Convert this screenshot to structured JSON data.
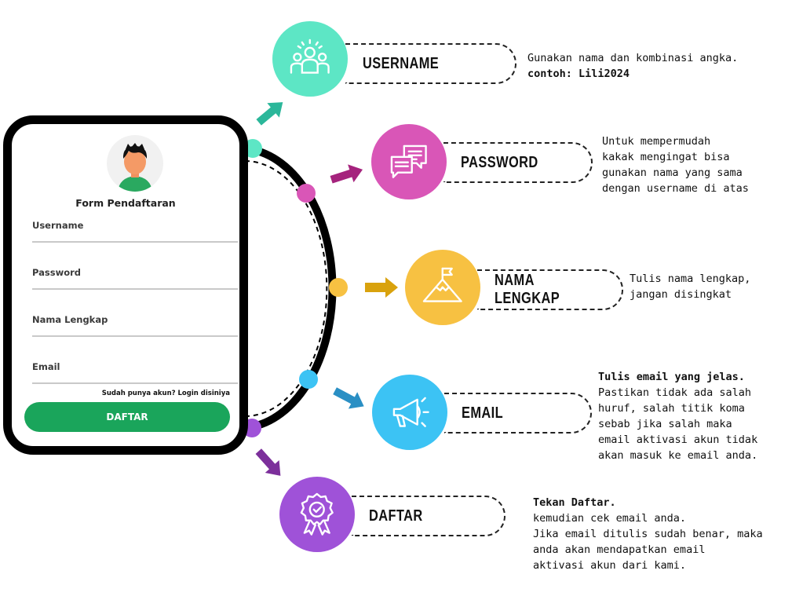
{
  "form": {
    "title": "Form Pendaftaran",
    "fields": [
      "Username",
      "Password",
      "Nama Lengkap",
      "Email"
    ],
    "login_link": "Sudah punya akun? Login disiniya",
    "submit_label": "DAFTAR"
  },
  "steps": [
    {
      "label": "USERNAME",
      "icon": "users-icon",
      "color": "#5de6c5",
      "desc_lines": [
        "Gunakan nama dan kombinasi angka.",
        "contoh: Lili2024"
      ]
    },
    {
      "label": "PASSWORD",
      "icon": "chat-bubbles-icon",
      "color": "#d956b7",
      "desc_lines": [
        "Untuk mempermudah",
        "kakak mengingat bisa",
        "gunakan nama yang sama",
        "dengan username di atas"
      ]
    },
    {
      "label": "NAMA LENGKAP",
      "icon": "mountain-flag-icon",
      "color": "#f7c142",
      "desc_lines": [
        "Tulis nama lengkap,",
        "jangan disingkat"
      ]
    },
    {
      "label": "EMAIL",
      "icon": "megaphone-icon",
      "color": "#3cc3f4",
      "desc_heading": "Tulis email yang jelas.",
      "desc_lines": [
        "Pastikan tidak ada salah",
        "huruf, salah titik koma",
        "sebab jika salah maka",
        "email aktivasi akun tidak",
        "akan masuk ke email anda."
      ]
    },
    {
      "label": "DAFTAR",
      "icon": "award-badge-icon",
      "color": "#9f52d8",
      "desc_heading": "Tekan Daftar.",
      "desc_lines": [
        "kemudian cek email anda.",
        "Jika email ditulis sudah benar, maka",
        "anda akan mendapatkan email",
        "aktivasi akun dari kami."
      ]
    }
  ],
  "colors": {
    "button": "#1aa55b",
    "arrow_1": "#2bb79a",
    "arrow_2": "#a5237d",
    "arrow_3": "#d9a20d",
    "arrow_4": "#2a8fc4",
    "arrow_5": "#7c2f9b"
  }
}
